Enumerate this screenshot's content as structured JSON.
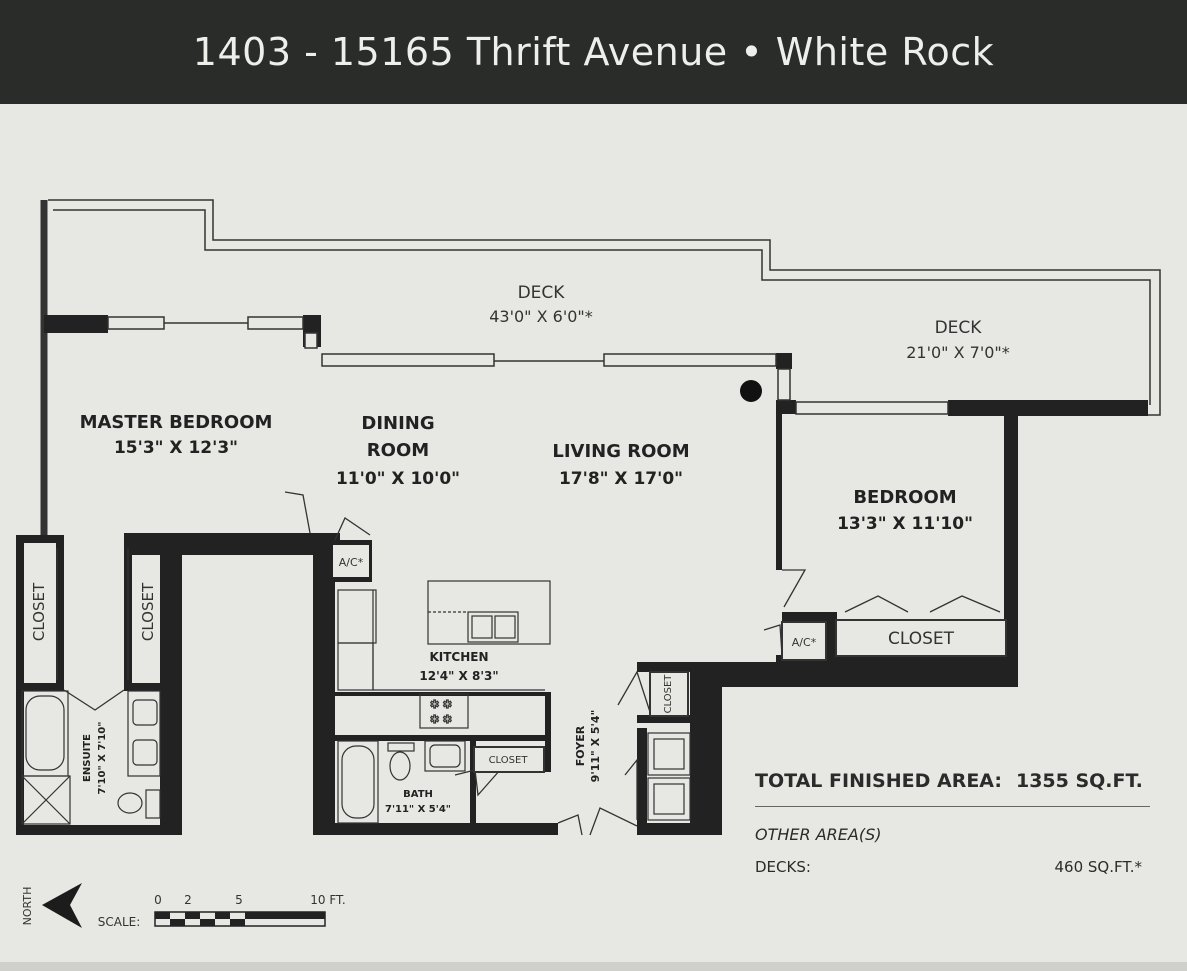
{
  "header": {
    "title": "1403 - 15165 Thrift Avenue • White Rock"
  },
  "rooms": {
    "deck_main": {
      "name": "DECK",
      "dims": "43'0\" X 6'0\"*"
    },
    "deck_side": {
      "name": "DECK",
      "dims": "21'0\" X 7'0\"*"
    },
    "master_bedroom": {
      "name": "MASTER BEDROOM",
      "dims": "15'3\" X 12'3\""
    },
    "dining_room": {
      "name_line1": "DINING",
      "name_line2": "ROOM",
      "dims": "11'0\" X 10'0\""
    },
    "living_room": {
      "name": "LIVING ROOM",
      "dims": "17'8\" X 17'0\""
    },
    "bedroom": {
      "name": "BEDROOM",
      "dims": "13'3\" X 11'10\""
    },
    "kitchen": {
      "name": "KITCHEN",
      "dims": "12'4\" X 8'3\""
    },
    "bath": {
      "name": "BATH",
      "dims": "7'11\" X 5'4\""
    },
    "ensuite": {
      "name": "ENSUITE",
      "dims": "7'10\" X 7'10\""
    },
    "foyer": {
      "name": "FOYER",
      "dims": "9'11\" X 5'4\""
    },
    "closet_label": "CLOSET",
    "ac_label": "A/C*"
  },
  "summary": {
    "total_label": "TOTAL FINISHED AREA:",
    "total_value": "1355 SQ.FT.",
    "other_label": "OTHER AREA(S)",
    "decks_label": "DECKS:",
    "decks_value": "460 SQ.FT.*"
  },
  "legend": {
    "north_label": "NORTH",
    "scale_label": "SCALE:",
    "scale_ticks": [
      "0",
      "2",
      "5",
      "10 FT."
    ]
  }
}
